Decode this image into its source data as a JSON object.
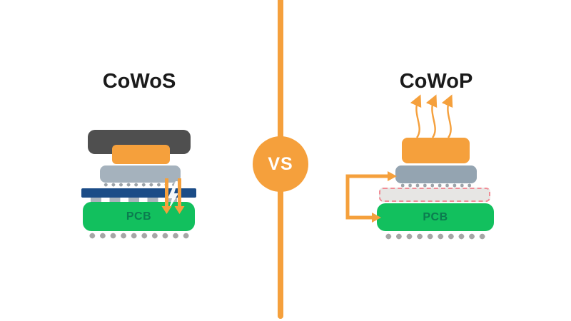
{
  "left_panel": {
    "title": "CoWoS",
    "pcb_label": "PCB",
    "icons": {
      "down_arrows": "two orange downward arrows (signal path through substrate to PCB)",
      "lightning": "white lightning-bolt glyph on substrate"
    },
    "layers": [
      "heat-spreader-lid",
      "die",
      "interposer",
      "micro-bumps",
      "substrate",
      "solder-pads",
      "pcb",
      "solder-balls"
    ]
  },
  "divider": {
    "vs_label": "VS"
  },
  "right_panel": {
    "title": "CoWoP",
    "pcb_label": "PCB",
    "icons": {
      "heat_waves": "three wavy upward orange heat arrows above the die",
      "bracket_arrow": "orange bracket with right arrows linking layer stack directly to PCB"
    },
    "layers": [
      "die",
      "redistribution-layer",
      "micro-bumps",
      "removed-interposer-dashed-outline",
      "pcb",
      "solder-balls"
    ]
  },
  "colors": {
    "orange": "#F5A03C",
    "lid": "#4F4F4F",
    "interposer": "#A5B2BD",
    "slate": "#94A4B1",
    "navy": "#1B4C87",
    "green": "#12C05E",
    "pcbText": "#0B7B4F",
    "bump": "#9CA3A9",
    "pad": "#AAB4BC",
    "ball": "#A6A6A6",
    "dashFill": "#E7E6E4",
    "dashBorder": "#F08C96",
    "title": "#1A1A1A",
    "white": "#FFFFFF"
  }
}
